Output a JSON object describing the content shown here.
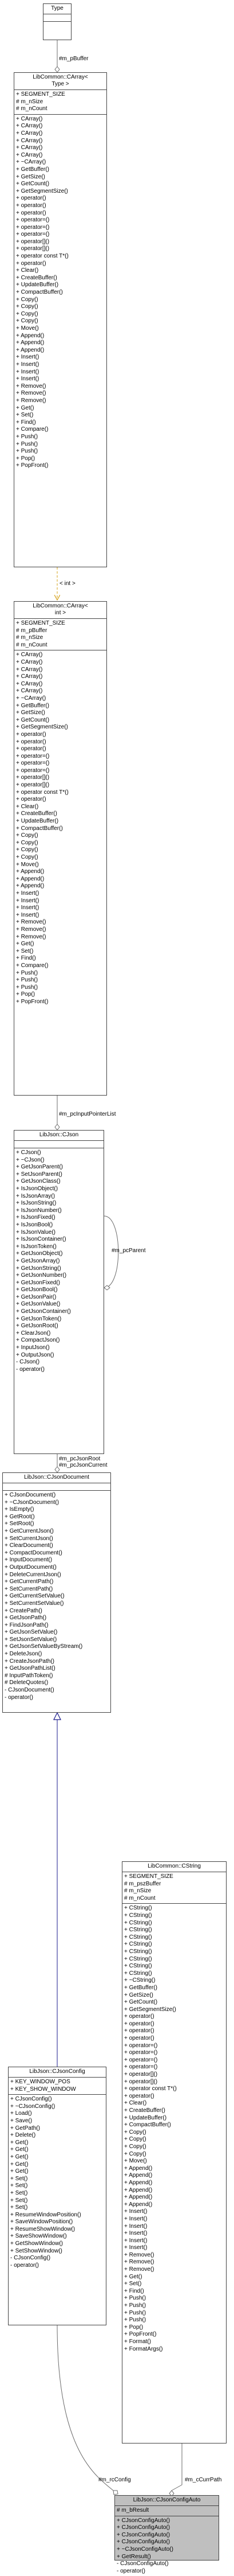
{
  "classes": {
    "type": {
      "title": "Type",
      "attributes": [],
      "operations": []
    },
    "carray_type": {
      "title": "LibCommon::CArray<\n Type >",
      "attributes": [
        "+ SEGMENT_SIZE",
        "# m_nSize",
        "# m_nCount"
      ],
      "operations": [
        "+ CArray()",
        "+ CArray()",
        "+ CArray()",
        "+ CArray()",
        "+ CArray()",
        "+ CArray()",
        "+ ~CArray()",
        "+ GetBuffer()",
        "+ GetSize()",
        "+ GetCount()",
        "+ GetSegmentSize()",
        "+ operator()",
        "+ operator()",
        "+ operator()",
        "+ operator=()",
        "+ operator=()",
        "+ operator=()",
        "+ operator[]()",
        "+ operator[]()",
        "+ operator const T*()",
        "+ operator()",
        "+ Clear()",
        "+ CreateBuffer()",
        "+ UpdateBuffer()",
        "+ CompactBuffer()",
        "+ Copy()",
        "+ Copy()",
        "+ Copy()",
        "+ Copy()",
        "+ Move()",
        "+ Append()",
        "+ Append()",
        "+ Append()",
        "+ Insert()",
        "+ Insert()",
        "+ Insert()",
        "+ Insert()",
        "+ Remove()",
        "+ Remove()",
        "+ Remove()",
        "+ Get()",
        "+ Set()",
        "+ Find()",
        "+ Compare()",
        "+ Push()",
        "+ Push()",
        "+ Push()",
        "+ Pop()",
        "+ PopFront()"
      ]
    },
    "carray_int": {
      "title": "LibCommon::CArray<\n int >",
      "attributes": [
        "+ SEGMENT_SIZE",
        "# m_pBuffer",
        "# m_nSize",
        "# m_nCount"
      ],
      "operations": [
        "+ CArray()",
        "+ CArray()",
        "+ CArray()",
        "+ CArray()",
        "+ CArray()",
        "+ CArray()",
        "+ ~CArray()",
        "+ GetBuffer()",
        "+ GetSize()",
        "+ GetCount()",
        "+ GetSegmentSize()",
        "+ operator()",
        "+ operator()",
        "+ operator()",
        "+ operator=()",
        "+ operator=()",
        "+ operator=()",
        "+ operator[]()",
        "+ operator[]()",
        "+ operator const T*()",
        "+ operator()",
        "+ Clear()",
        "+ CreateBuffer()",
        "+ UpdateBuffer()",
        "+ CompactBuffer()",
        "+ Copy()",
        "+ Copy()",
        "+ Copy()",
        "+ Copy()",
        "+ Move()",
        "+ Append()",
        "+ Append()",
        "+ Append()",
        "+ Insert()",
        "+ Insert()",
        "+ Insert()",
        "+ Insert()",
        "+ Remove()",
        "+ Remove()",
        "+ Remove()",
        "+ Get()",
        "+ Set()",
        "+ Find()",
        "+ Compare()",
        "+ Push()",
        "+ Push()",
        "+ Push()",
        "+ Pop()",
        "+ PopFront()"
      ]
    },
    "cjson": {
      "title": "LibJson::CJson",
      "attributes": [],
      "operations": [
        "+ CJson()",
        "+ ~CJson()",
        "+ GetJsonParent()",
        "+ SetJsonParent()",
        "+ GetJsonClass()",
        "+ IsJsonObject()",
        "+ IsJsonArray()",
        "+ IsJsonString()",
        "+ IsJsonNumber()",
        "+ IsJsonFixed()",
        "+ IsJsonBool()",
        "+ IsJsonValue()",
        "+ IsJsonContainer()",
        "+ IsJsonToken()",
        "+ GetJsonObject()",
        "+ GetJsonArray()",
        "+ GetJsonString()",
        "+ GetJsonNumber()",
        "+ GetJsonFixed()",
        "+ GetJsonBool()",
        "+ GetJsonPair()",
        "+ GetJsonValue()",
        "+ GetJsonContainer()",
        "+ GetJsonToken()",
        "+ GetJsonRoot()",
        "+ ClearJson()",
        "+ CompactJson()",
        "+ InputJson()",
        "+ OutputJson()",
        "- CJson()",
        "- operator()"
      ]
    },
    "cjsondocument": {
      "title": "LibJson::CJsonDocument",
      "attributes": [],
      "operations": [
        "+ CJsonDocument()",
        "+ ~CJsonDocument()",
        "+ IsEmpty()",
        "+ GetRoot()",
        "+ SetRoot()",
        "+ GetCurrentJson()",
        "+ SetCurrentJson()",
        "+ ClearDocument()",
        "+ CompactDocument()",
        "+ InputDocument()",
        "+ OutputDocument()",
        "+ DeleteCurrentJson()",
        "+ GetCurrentPath()",
        "+ SetCurrentPath()",
        "+ GetCurrentSetValue()",
        "+ SetCurrentSetValue()",
        "+ CreatePath()",
        "+ GetJsonPath()",
        "+ FindJsonPath()",
        "+ GetJsonSetValue()",
        "+ SetJsonSetValue()",
        "+ GetJsonSetValueByStream()",
        "+ DeleteJson()",
        "+ CreateJsonPath()",
        "+ GetJsonPathList()",
        "# InputPathToken()",
        "# DeleteQuotes()",
        "- CJsonDocument()",
        "- operator()"
      ]
    },
    "cjsonconfig": {
      "title": "LibJson::CJsonConfig",
      "attributes": [
        "+ KEY_WINDOW_POS",
        "+ KEY_SHOW_WINDOW"
      ],
      "operations": [
        "+ CJsonConfig()",
        "+ ~CJsonConfig()",
        "+ Load()",
        "+ Save()",
        "+ GetPath()",
        "+ Delete()",
        "+ Get()",
        "+ Get()",
        "+ Get()",
        "+ Get()",
        "+ Get()",
        "+ Set()",
        "+ Set()",
        "+ Set()",
        "+ Set()",
        "+ Set()",
        "+ ResumeWindowPosition()",
        "+ SaveWindowPosition()",
        "+ ResumeShowWindow()",
        "+ SaveShowWindow()",
        "+ GetShowWindow()",
        "+ SetShowWindow()",
        "- CJsonConfig()",
        "- operator()"
      ]
    },
    "cstring": {
      "title": "LibCommon::CString",
      "attributes": [
        "+ SEGMENT_SIZE",
        "# m_pszBuffer",
        "# m_nSize",
        "# m_nCount"
      ],
      "operations": [
        "+ CString()",
        "+ CString()",
        "+ CString()",
        "+ CString()",
        "+ CString()",
        "+ CString()",
        "+ CString()",
        "+ CString()",
        "+ CString()",
        "+ CString()",
        "+ ~CString()",
        "+ GetBuffer()",
        "+ GetSize()",
        "+ GetCount()",
        "+ GetSegmentSize()",
        "+ operator()",
        "+ operator()",
        "+ operator()",
        "+ operator()",
        "+ operator=()",
        "+ operator=()",
        "+ operator=()",
        "+ operator=()",
        "+ operator[]()",
        "+ operator[]()",
        "+ operator const T*()",
        "+ operator()",
        "+ Clear()",
        "+ CreateBuffer()",
        "+ UpdateBuffer()",
        "+ CompactBuffer()",
        "+ Copy()",
        "+ Copy()",
        "+ Copy()",
        "+ Copy()",
        "+ Move()",
        "+ Append()",
        "+ Append()",
        "+ Append()",
        "+ Append()",
        "+ Append()",
        "+ Append()",
        "+ Insert()",
        "+ Insert()",
        "+ Insert()",
        "+ Insert()",
        "+ Insert()",
        "+ Insert()",
        "+ Remove()",
        "+ Remove()",
        "+ Remove()",
        "+ Get()",
        "+ Set()",
        "+ Find()",
        "+ Push()",
        "+ Push()",
        "+ Push()",
        "+ Push()",
        "+ Pop()",
        "+ PopFront()",
        "+ Format()",
        "+ FormatArgs()"
      ]
    },
    "cjsonconfigauto": {
      "title": "LibJson::CJsonConfigAuto",
      "attributes": [
        "# m_bResult"
      ],
      "operations": [
        "+ CJsonConfigAuto()",
        "+ CJsonConfigAuto()",
        "+ CJsonConfigAuto()",
        "+ CJsonConfigAuto()",
        "+ ~CJsonConfigAuto()",
        "+ GetResult()",
        "- CJsonConfigAuto()",
        "- operator()"
      ]
    }
  },
  "edge_labels": {
    "m_pBuffer": "#m_pBuffer",
    "int_binding": "< int >",
    "input_pointer_list": "#m_pcInputPointerList",
    "parent": "#m_pcParent",
    "root_current": "#m_pcJsonRoot\n#m_pcJsonCurrent",
    "config": "#m_rcConfig",
    "cur_path": "#m_cCurrPath"
  },
  "colors": {
    "generalization": "#1a1a8c",
    "association": "#6b6b6b",
    "template_binding": "#d4a017",
    "selected_class_fill": "#bfbfbf"
  }
}
